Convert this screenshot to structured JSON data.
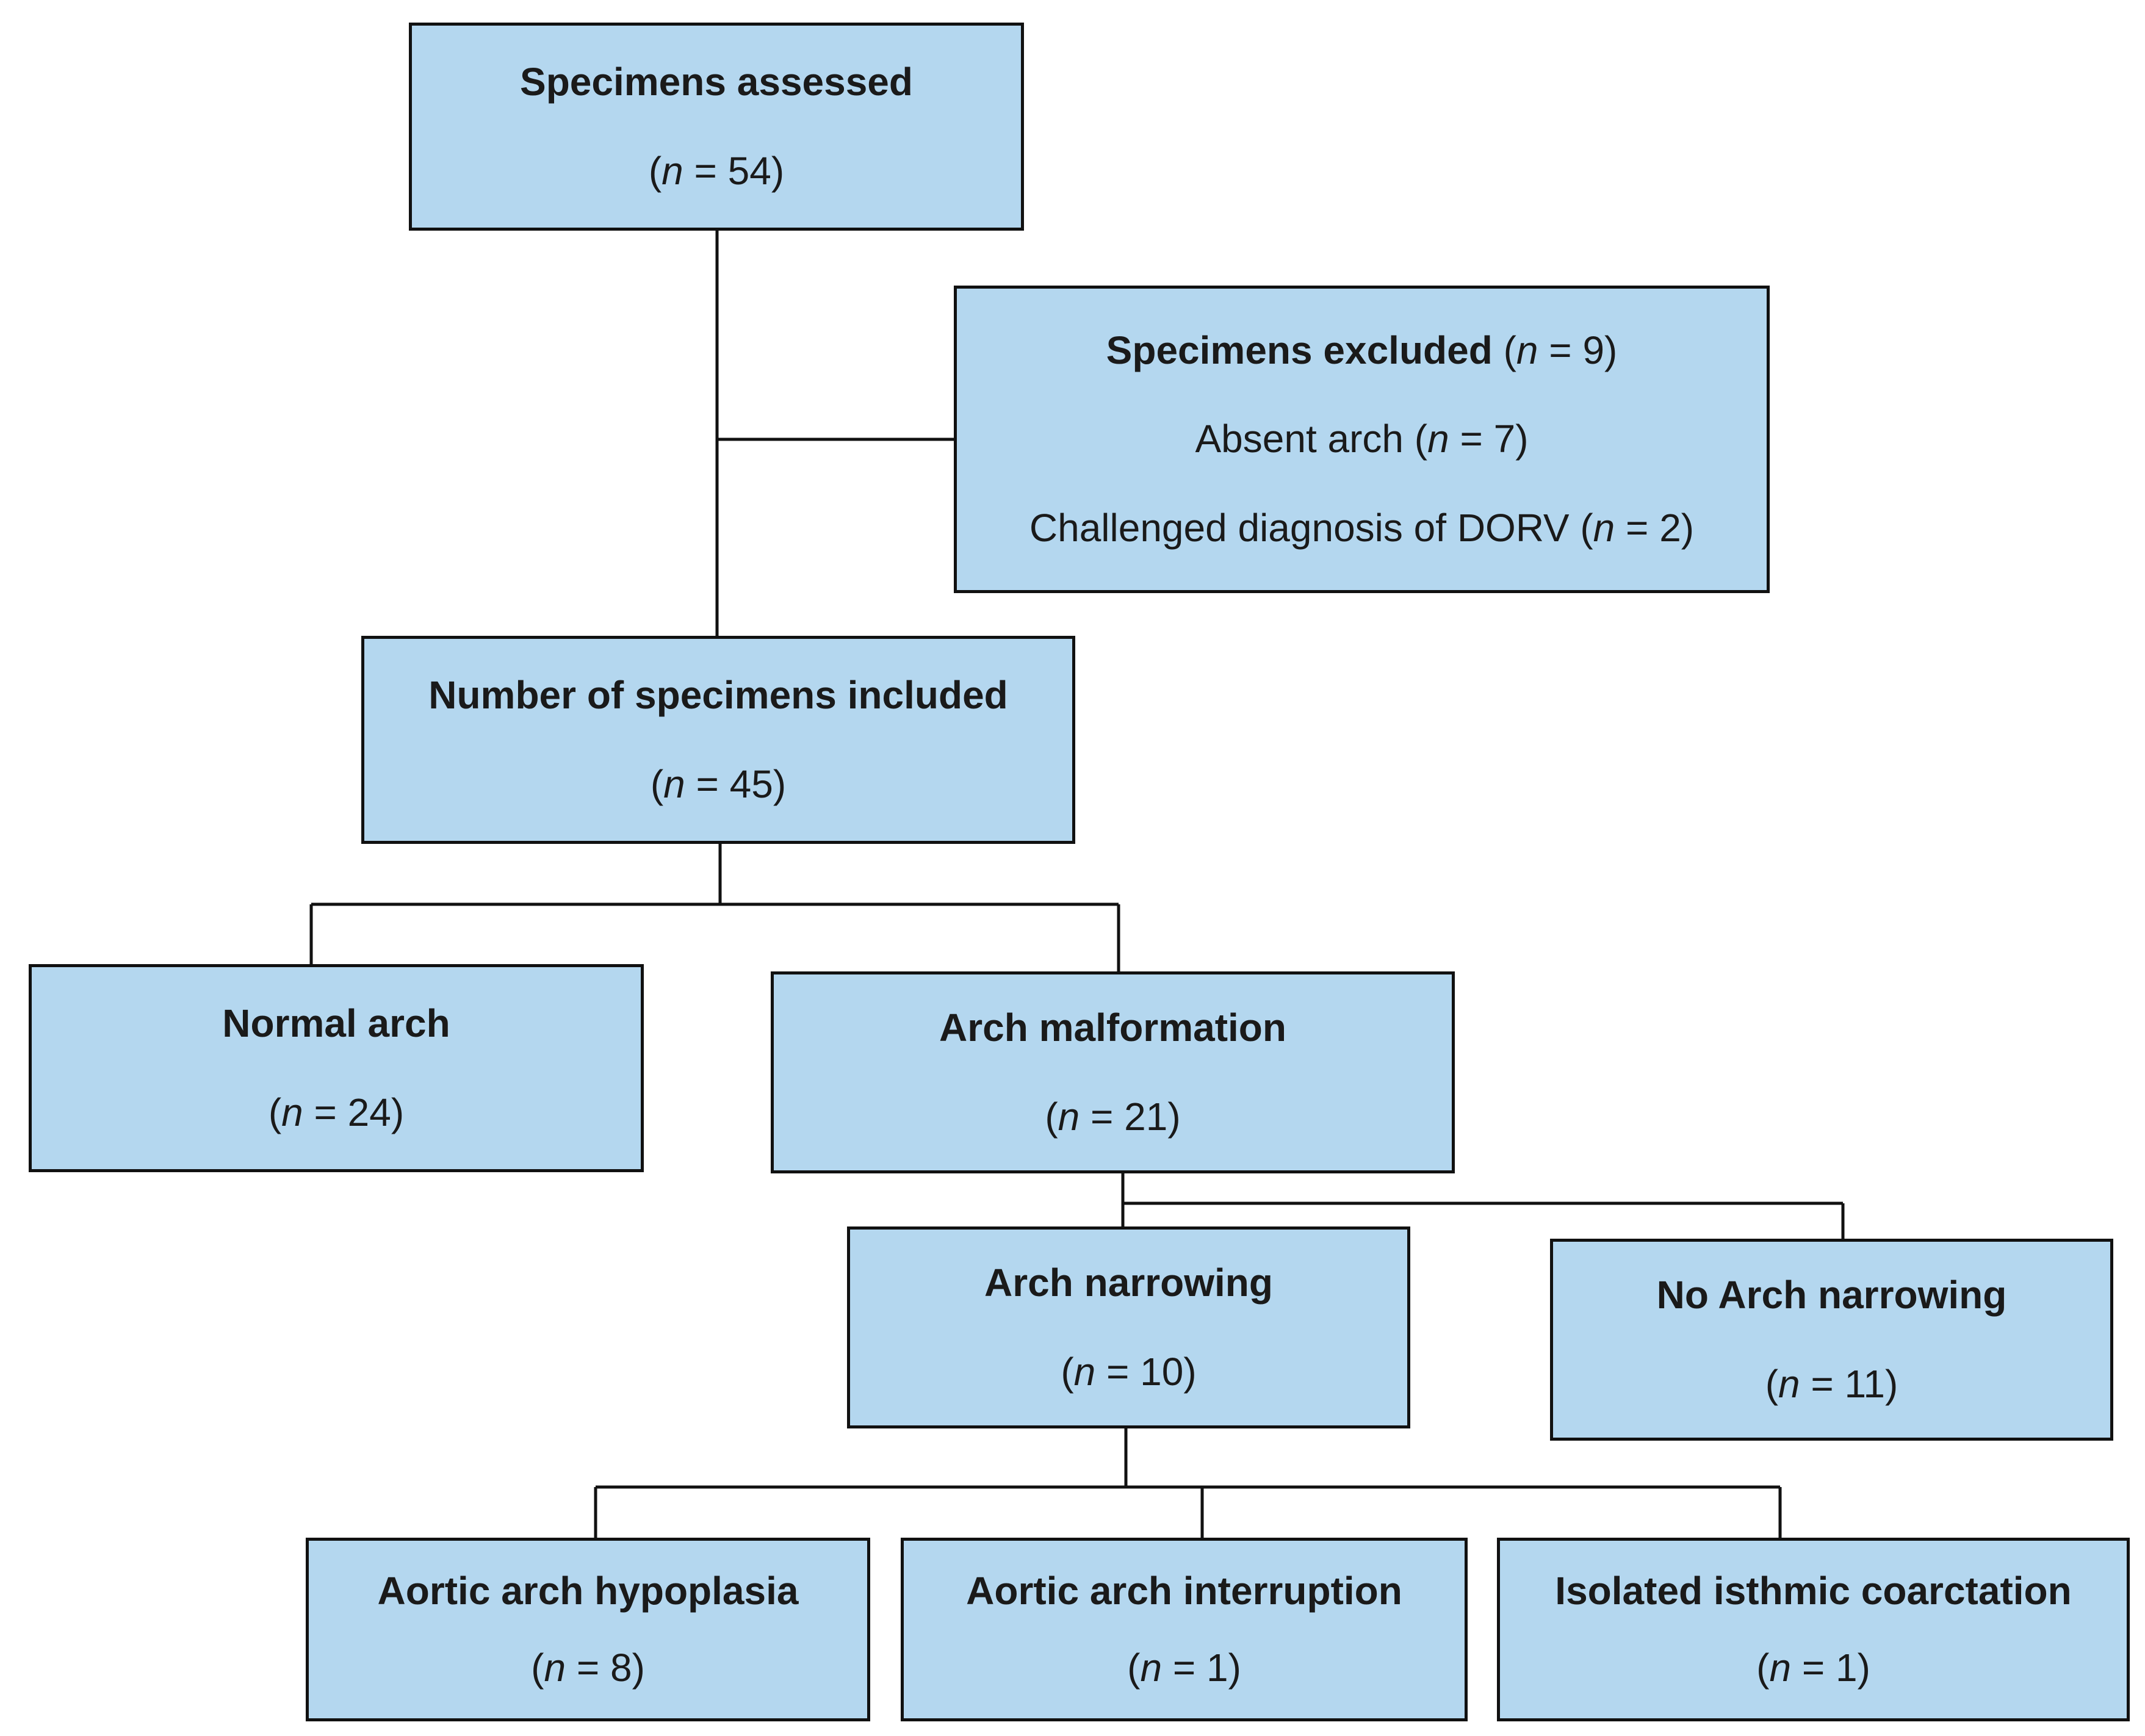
{
  "nodes": {
    "assessed": {
      "title": "Specimens assessed",
      "count": "54"
    },
    "excluded": {
      "title": "Specimens excluded",
      "count": "9",
      "reasons": [
        {
          "label": "Absent arch",
          "count": "7"
        },
        {
          "label": "Challenged diagnosis of DORV",
          "count": "2"
        }
      ]
    },
    "included": {
      "title": "Number of specimens included",
      "count": "45"
    },
    "normal": {
      "title": "Normal arch",
      "count": "24"
    },
    "malformation": {
      "title": "Arch malformation",
      "count": "21"
    },
    "narrowing": {
      "title": "Arch narrowing",
      "count": "10"
    },
    "no_narrowing": {
      "title": "No Arch narrowing",
      "count": "11"
    },
    "hypoplasia": {
      "title": "Aortic arch hypoplasia",
      "count": "8"
    },
    "interruption": {
      "title": "Aortic arch interruption",
      "count": "1"
    },
    "coarctation": {
      "title": "Isolated isthmic coarctation",
      "count": "1"
    }
  },
  "labels": {
    "n_symbol": "n",
    "equals": " = "
  },
  "colors": {
    "box_fill": "#b4d7ef",
    "box_border": "#111111",
    "connector": "#111111"
  }
}
